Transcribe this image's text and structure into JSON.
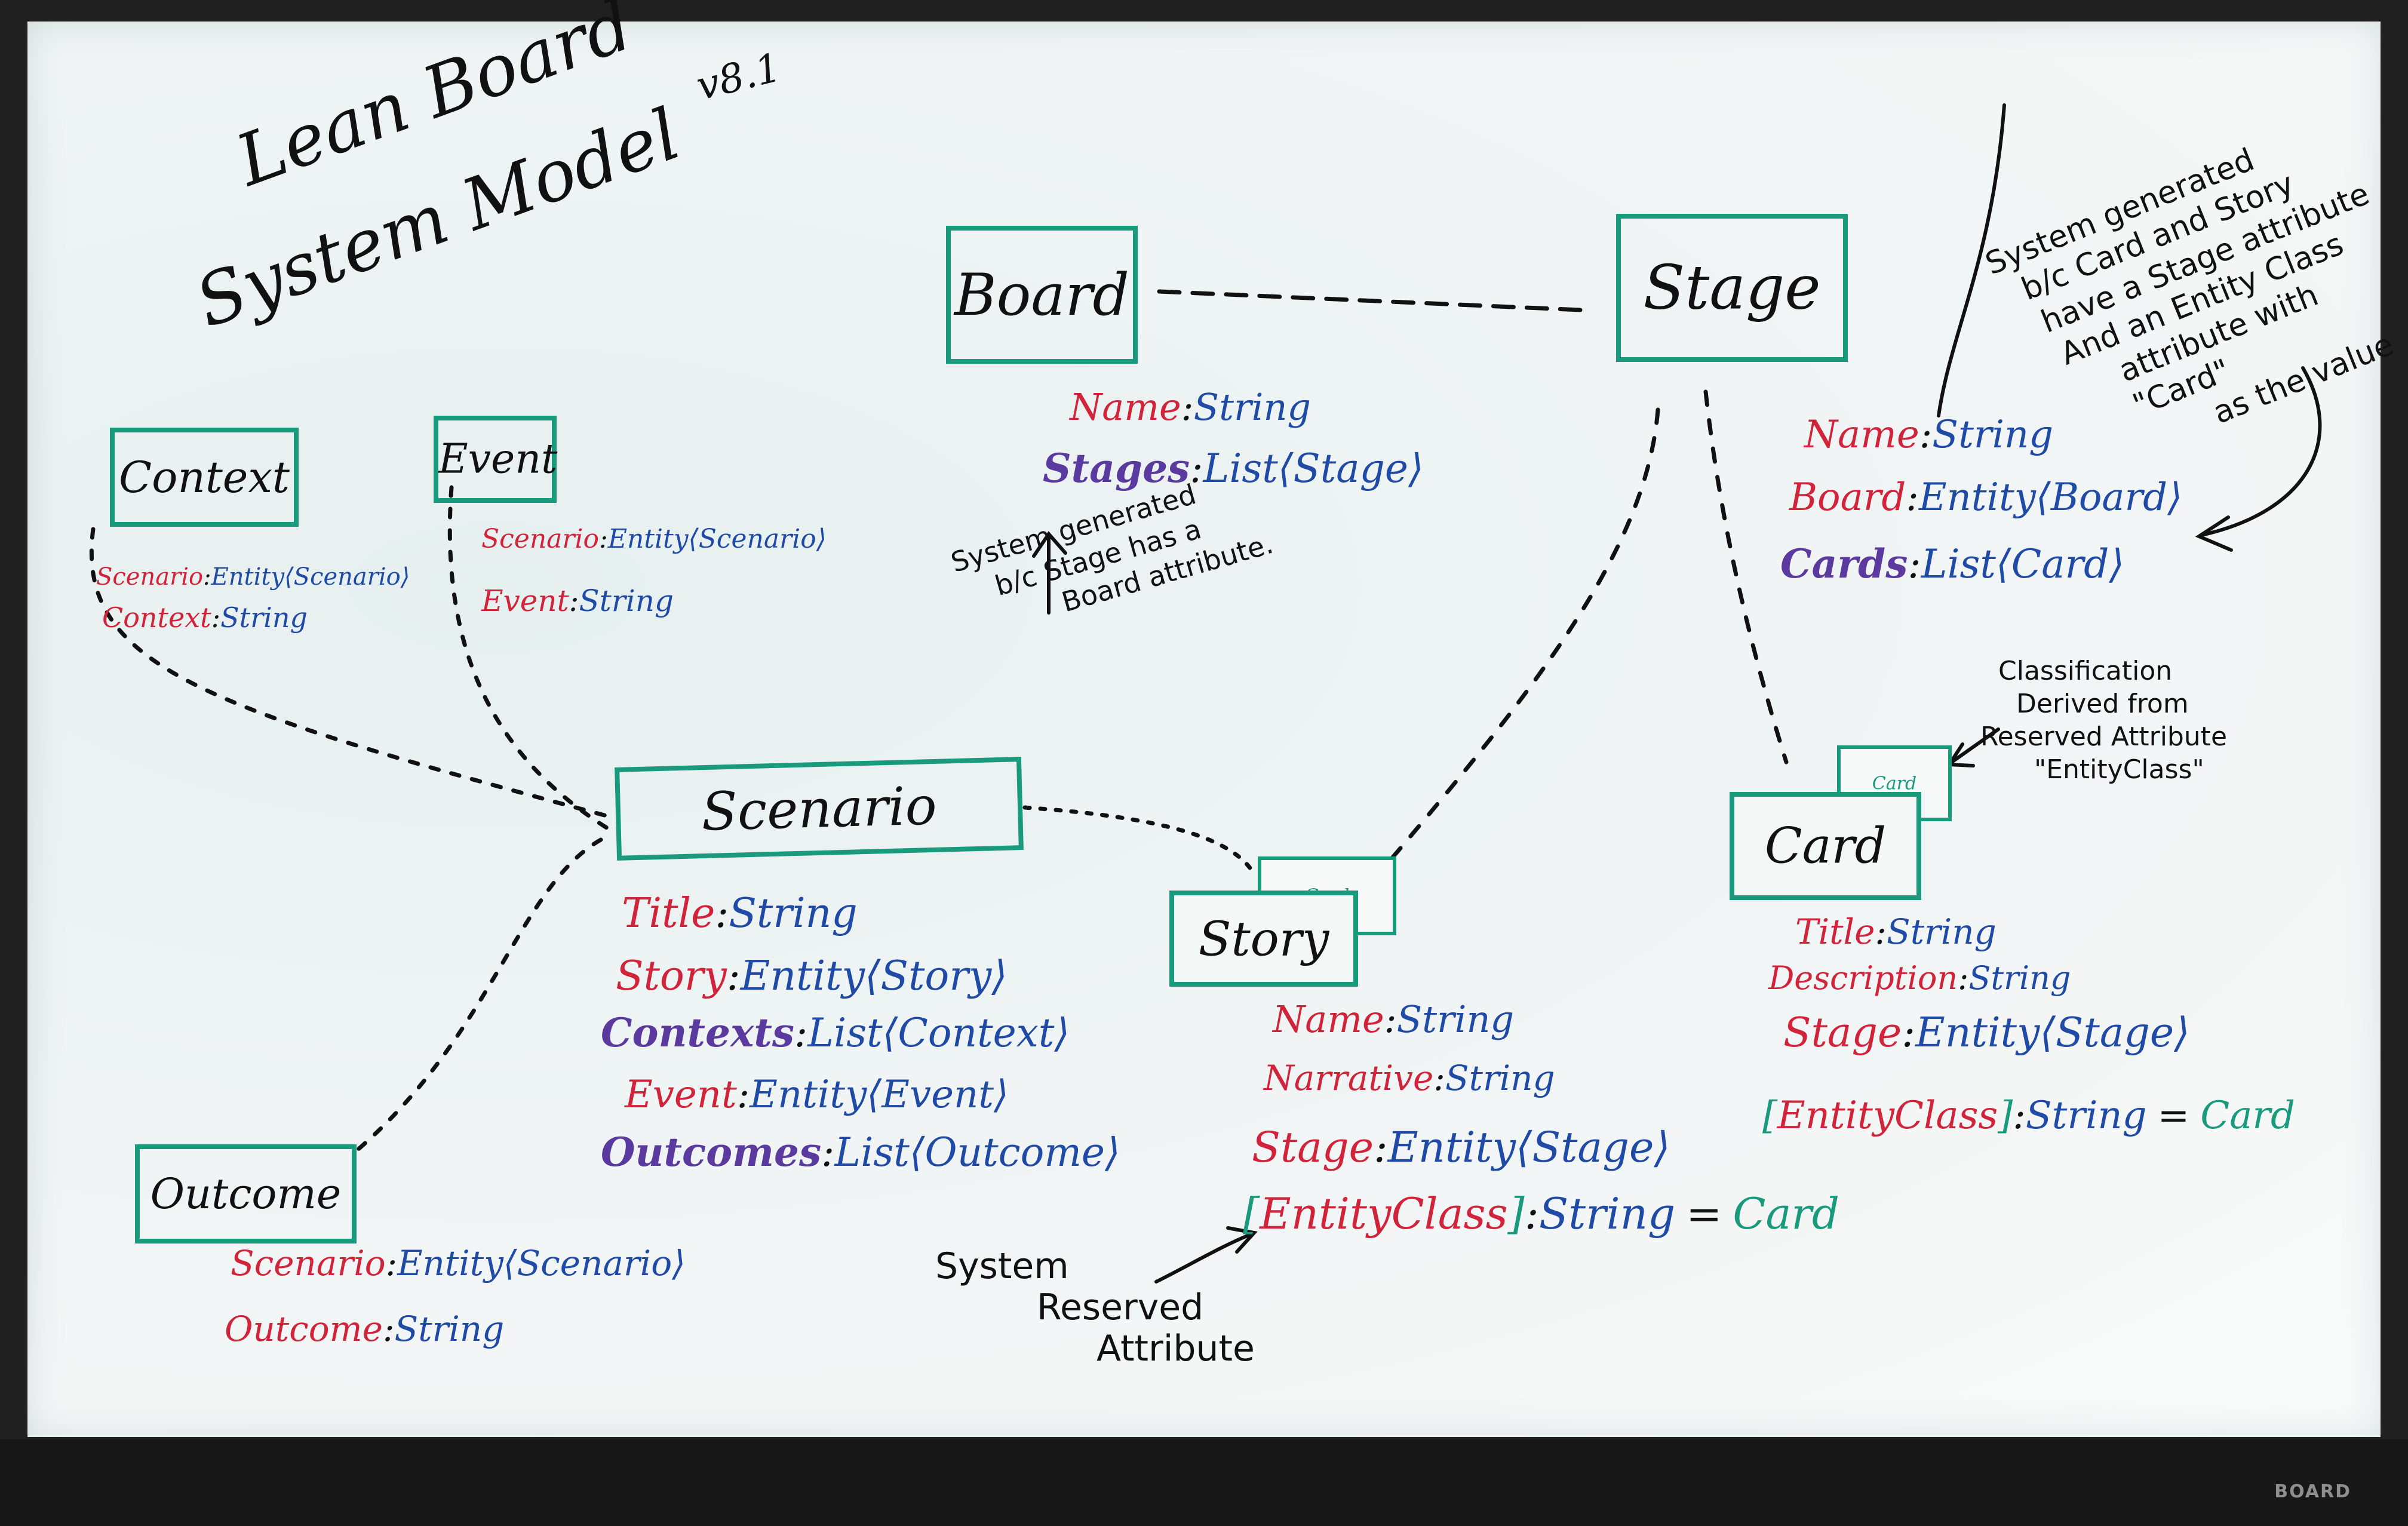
{
  "title": {
    "line1": "Lean Board",
    "line2": "System Model",
    "version": "v8.1"
  },
  "brand": "BOARD",
  "colors": {
    "box": "#1a9a7c",
    "attr_name": "#d1243a",
    "list_attr_name": "#5a3a9e",
    "type": "#1f4aa5",
    "reserved_bracket": "#1a9a7c",
    "marker": "#111111"
  },
  "entities": {
    "board": {
      "label": "Board",
      "attrs": [
        {
          "name": "Name",
          "sep": ":",
          "type": "String"
        },
        {
          "name": "Stages",
          "sep": ":",
          "type": "List⟨Stage⟩"
        }
      ]
    },
    "stage": {
      "label": "Stage",
      "attrs": [
        {
          "name": "Name",
          "sep": ":",
          "type": "String"
        },
        {
          "name": "Board",
          "sep": ":",
          "type": "Entity⟨Board⟩"
        },
        {
          "name": "Cards",
          "sep": ":",
          "type": "List⟨Card⟩"
        }
      ]
    },
    "context": {
      "label": "Context",
      "attrs": [
        {
          "name": "Scenario",
          "sep": ":",
          "type": "Entity⟨Scenario⟩"
        },
        {
          "name": "Context",
          "sep": ":",
          "type": "String"
        }
      ]
    },
    "event": {
      "label": "Event",
      "attrs": [
        {
          "name": "Scenario",
          "sep": ":",
          "type": "Entity⟨Scenario⟩"
        },
        {
          "name": "Event",
          "sep": ":",
          "type": "String"
        }
      ]
    },
    "scenario": {
      "label": "Scenario",
      "attrs": [
        {
          "name": "Title",
          "sep": ":",
          "type": "String"
        },
        {
          "name": "Story",
          "sep": ":",
          "type": "Entity⟨Story⟩"
        },
        {
          "name": "Contexts",
          "sep": ":",
          "type": "List⟨Context⟩"
        },
        {
          "name": "Event",
          "sep": ":",
          "type": "Entity⟨Event⟩"
        },
        {
          "name": "Outcomes",
          "sep": ":",
          "type": "List⟨Outcome⟩"
        }
      ]
    },
    "story": {
      "label": "Story",
      "card_tag": "Card",
      "attrs": [
        {
          "name": "Name",
          "sep": ":",
          "type": "String"
        },
        {
          "name": "Narrative",
          "sep": ":",
          "type": "String"
        },
        {
          "name": "Stage",
          "sep": ":",
          "type": "Entity⟨Stage⟩"
        }
      ],
      "reserved": {
        "name": "EntityClass",
        "sep": ":",
        "type": "String",
        "eq": "=",
        "value": "Card"
      }
    },
    "card": {
      "label": "Card",
      "card_tag": "Card",
      "attrs": [
        {
          "name": "Title",
          "sep": ":",
          "type": "String"
        },
        {
          "name": "Description",
          "sep": ":",
          "type": "String"
        },
        {
          "name": "Stage",
          "sep": ":",
          "type": "Entity⟨Stage⟩"
        }
      ],
      "reserved": {
        "name": "EntityClass",
        "sep": ":",
        "type": "String",
        "eq": "=",
        "value": "Card"
      }
    },
    "outcome": {
      "label": "Outcome",
      "attrs": [
        {
          "name": "Scenario",
          "sep": ":",
          "type": "Entity⟨Scenario⟩"
        },
        {
          "name": "Outcome",
          "sep": ":",
          "type": "String"
        }
      ]
    }
  },
  "notes": {
    "stages_note": [
      "System generated",
      "b/c Stage has a",
      "Board attribute."
    ],
    "top_right_note": [
      "System generated",
      "b/c Card and Story",
      "have a Stage attribute",
      "And an Entity Class",
      "attribute with \"Card\"",
      "as the value"
    ],
    "classification_note": [
      "Classification",
      "Derived from",
      "Reserved Attribute",
      "\"EntityClass\""
    ],
    "reserved_note": [
      "System",
      "Reserved",
      "Attribute"
    ]
  }
}
